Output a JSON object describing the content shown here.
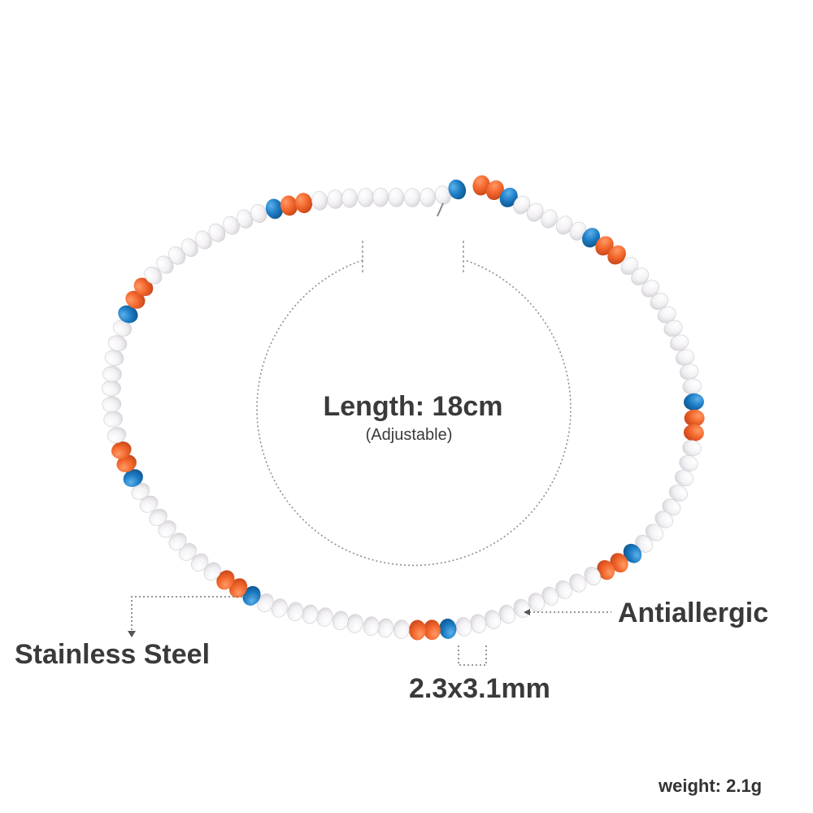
{
  "labels": {
    "length": "Length: 18cm",
    "adjustable": "(Adjustable)",
    "material": "Stainless Steel",
    "feature": "Antiallergic",
    "bead_size": "2.3x3.1mm",
    "weight": "weight: 2.1g"
  },
  "colors": {
    "bead_white": "#f4f2f4",
    "bead_orange": "#f26a2e",
    "bead_blue": "#1e7fc6",
    "text": "#3a3a3a",
    "guide_line": "#9a9a9a"
  }
}
